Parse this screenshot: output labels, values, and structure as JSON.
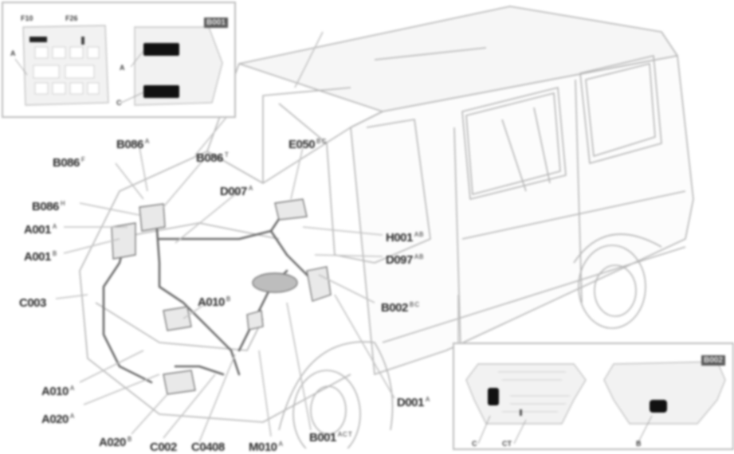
{
  "diagram": {
    "subject": "van component location diagram",
    "colors": {
      "line": "#b8b8b8",
      "label": "#2a2a2a",
      "inset_border": "#bdbdbd",
      "connector_fill": "#111111"
    },
    "inset_top_left": {
      "left_part_labels": {
        "f1": "F10",
        "f2": "F26",
        "a": "A"
      },
      "right_part_labels": {
        "tag": "B001",
        "a": "A",
        "c": "C"
      }
    },
    "inset_bottom_right": {
      "tag": "B002",
      "bottom_labels": {
        "c": "C",
        "ct": "CT",
        "b": "B"
      }
    },
    "labels": [
      {
        "id": "B086A",
        "text": "B086",
        "sup": "A"
      },
      {
        "id": "B086T",
        "text": "B086",
        "sup": "T"
      },
      {
        "id": "B086F",
        "text": "B086",
        "sup": "F"
      },
      {
        "id": "B086H",
        "text": "B086",
        "sup": "H"
      },
      {
        "id": "A001A",
        "text": "A001",
        "sup": "A"
      },
      {
        "id": "A001B",
        "text": "A001",
        "sup": "B"
      },
      {
        "id": "C003",
        "text": "C003",
        "sup": ""
      },
      {
        "id": "D007A",
        "text": "D007",
        "sup": "A"
      },
      {
        "id": "E050",
        "text": "E050",
        "sup": "B C"
      },
      {
        "id": "H001",
        "text": "H001",
        "sup": "A B"
      },
      {
        "id": "D097",
        "text": "D097",
        "sup": "A B"
      },
      {
        "id": "B002",
        "text": "B002",
        "sup": "B C"
      },
      {
        "id": "A010B",
        "text": "A010",
        "sup": "B"
      },
      {
        "id": "A010A",
        "text": "A010",
        "sup": "A"
      },
      {
        "id": "A020A",
        "text": "A020",
        "sup": "A"
      },
      {
        "id": "A020B",
        "text": "A020",
        "sup": "B"
      },
      {
        "id": "C002",
        "text": "C002",
        "sup": ""
      },
      {
        "id": "C0408",
        "text": "C0408",
        "sup": ""
      },
      {
        "id": "M010A",
        "text": "M010",
        "sup": "A"
      },
      {
        "id": "B001ACT",
        "text": "B001",
        "sup": "A C T"
      },
      {
        "id": "D001A",
        "text": "D001",
        "sup": "A"
      }
    ]
  }
}
